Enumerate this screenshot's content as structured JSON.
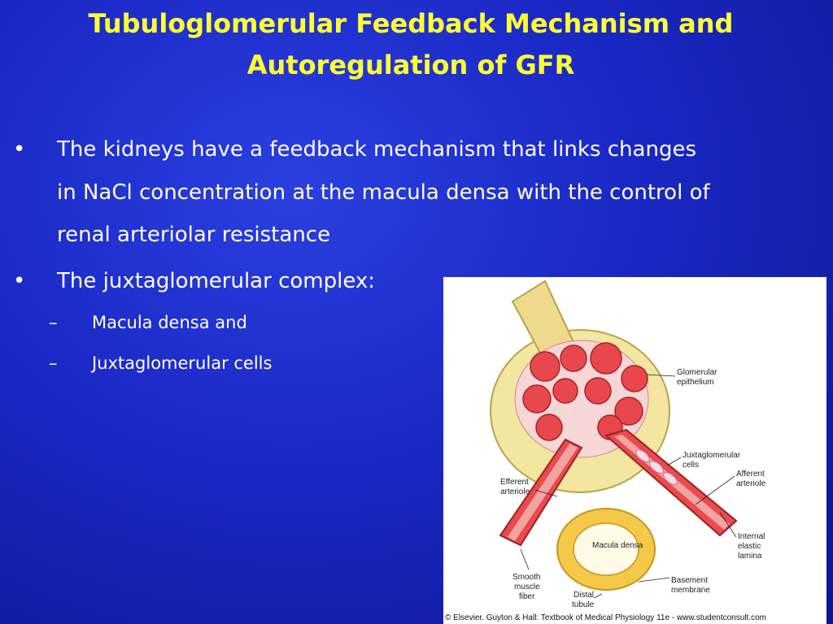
{
  "slide": {
    "title": "Tubuloglomerular Feedback Mechanism and Autoregulation of GFR",
    "bullets": [
      {
        "text": "The kidneys have a feedback mechanism that links changes in NaCl concentration at the macula densa with the control of renal arteriolar resistance"
      },
      {
        "text": "The juxtaglomerular complex:"
      }
    ],
    "subbullets": [
      {
        "text": "Macula densa and"
      },
      {
        "text": "Juxtaglomerular cells"
      }
    ],
    "bullet_marker": "•",
    "sub_marker": "–"
  },
  "figure": {
    "labels": {
      "glomerular_epithelium_1": "Glomerular",
      "glomerular_epithelium_2": "epithelium",
      "juxtaglomerular_cells_1": "Juxtaglomerular",
      "juxtaglomerular_cells_2": "cells",
      "afferent_1": "Afferent",
      "afferent_2": "arteriole",
      "efferent_1": "Efferent",
      "efferent_2": "arteriole",
      "macula_densa": "Macula densa",
      "internal_1": "Internal",
      "internal_2": "elastic",
      "internal_3": "lamina",
      "smooth_1": "Smooth",
      "smooth_2": "muscle",
      "smooth_3": "fiber",
      "basement_1": "Basement",
      "basement_2": "membrane",
      "distal_1": "Distal",
      "distal_2": "tubule"
    },
    "credit": "© Elsevier. Guyton & Hall: Textbook of Medical Physiology 11e - www.studentconsult.com"
  },
  "colors": {
    "background": "#1a28c4",
    "title": "#ffff33",
    "text": "#ffffff"
  }
}
